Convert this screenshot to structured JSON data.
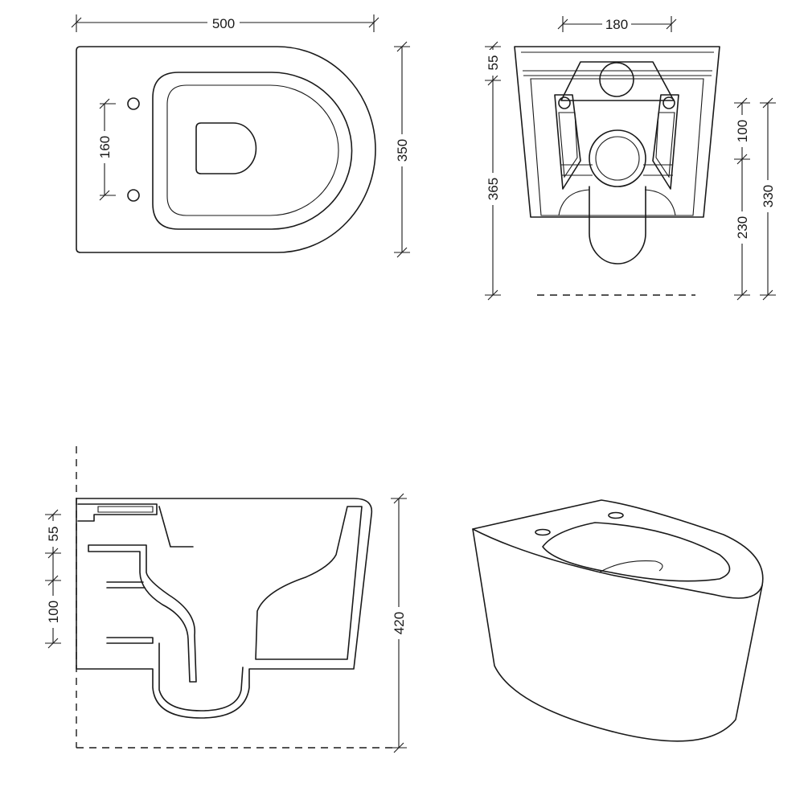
{
  "dimensions": {
    "top_width": "500",
    "top_height": "350",
    "top_holes": "160",
    "rear_outlet_width": "180",
    "rear_top": "55",
    "rear_total": "365",
    "rear_upper": "100",
    "rear_lower": "230",
    "rear_right": "330",
    "side_top": "55",
    "side_mid": "100",
    "side_height": "420"
  }
}
